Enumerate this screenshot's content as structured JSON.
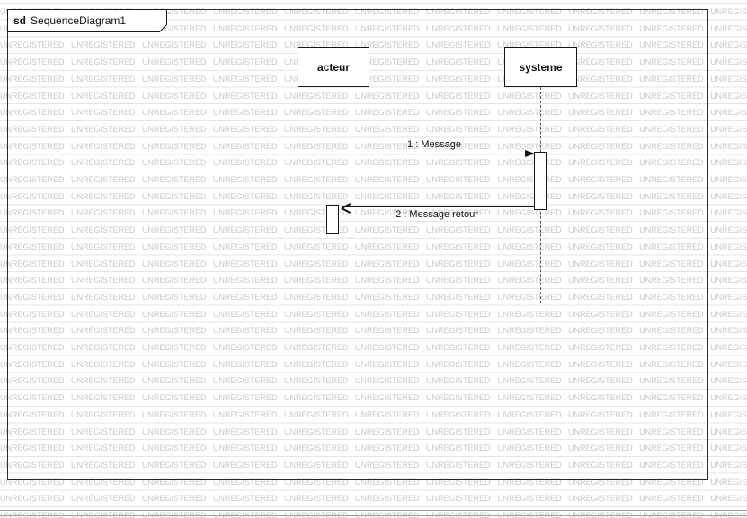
{
  "frame": {
    "keyword": "sd",
    "title": "SequenceDiagram1"
  },
  "lifelines": [
    {
      "label": "acteur"
    },
    {
      "label": "systeme"
    }
  ],
  "messages": [
    {
      "label": "1 : Message"
    },
    {
      "label": "2 : Message retour"
    }
  ],
  "watermark": {
    "text": "UNREGISTERED",
    "color": "#c9c9c9"
  }
}
